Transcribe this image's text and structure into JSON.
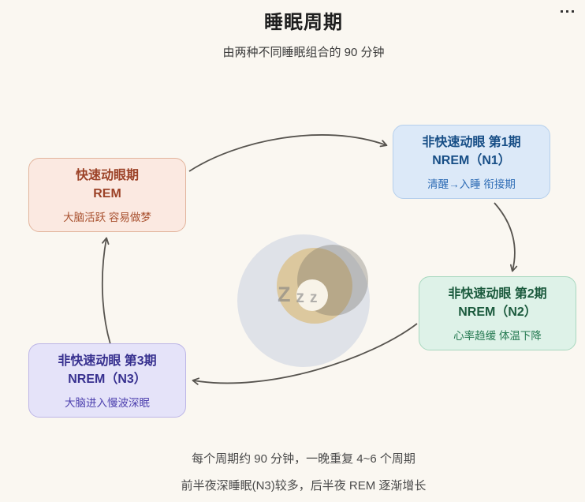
{
  "canvas": {
    "background": "#faf7f1"
  },
  "header": {
    "title": "睡眠周期",
    "subtitle": "由两种不同睡眠组合的 90 分钟",
    "menu_icon": "ellipsis-icon"
  },
  "stages": [
    {
      "key": "rem",
      "name": "快速动眼期",
      "code": "REM",
      "note": "大脑活跃 容易做梦",
      "colors": {
        "bg": "#fbe9e1",
        "border": "#e2b49c",
        "title": "#9c4227",
        "note": "#a8502e"
      }
    },
    {
      "key": "n1",
      "name": "非快速动眼 第1期",
      "code": "NREM（N1）",
      "note": "清醒→入睡 衔接期",
      "colors": {
        "bg": "#dce9f8",
        "border": "#b5cfec",
        "title": "#174e86",
        "note": "#2e6cb5"
      }
    },
    {
      "key": "n2",
      "name": "非快速动眼 第2期",
      "code": "NREM（N2）",
      "note": "心率趋缓 体温下降",
      "colors": {
        "bg": "#def2e8",
        "border": "#a8d8bf",
        "title": "#1b5a3d",
        "note": "#267a52"
      }
    },
    {
      "key": "n3",
      "name": "非快速动眼 第3期",
      "code": "NREM（N3）",
      "note": "大脑进入慢波深眠",
      "colors": {
        "bg": "#e5e3f9",
        "border": "#bcb5e6",
        "title": "#37308f",
        "note": "#4d40ae"
      }
    }
  ],
  "flow": [
    {
      "from": "快速动眼期 REM",
      "to": "非快速动眼 第1期"
    },
    {
      "from": "非快速动眼 第1期",
      "to": "非快速动眼 第2期"
    },
    {
      "from": "非快速动眼 第2期",
      "to": "非快速动眼 第3期"
    },
    {
      "from": "非快速动眼 第3期",
      "to": "快速动眼期 REM"
    }
  ],
  "illustration": {
    "zzz": [
      "Z",
      "z",
      "z"
    ],
    "arrow_color": "#57544f"
  },
  "footer": {
    "line1": "每个周期约 90 分钟，一晚重复 4~6 个周期",
    "line2": "前半夜深睡眠(N3)较多，后半夜 REM 逐渐增长"
  }
}
